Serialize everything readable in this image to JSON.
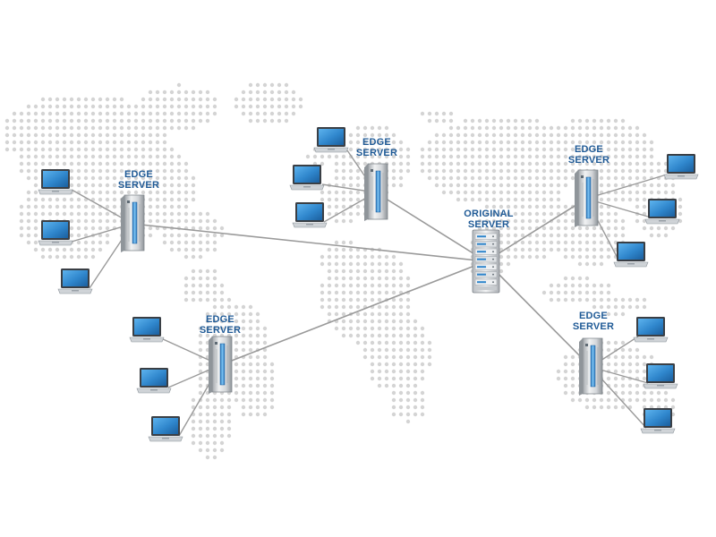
{
  "diagram": {
    "origin_server": {
      "label_line1": "ORIGINAL",
      "label_line2": "SERVER",
      "icon": "server-rack-icon"
    },
    "edge_servers": [
      {
        "id": "west",
        "label_line1": "EDGE",
        "label_line2": "SERVER",
        "icon": "server-tower-icon",
        "clients": 3
      },
      {
        "id": "north-center",
        "label_line1": "EDGE",
        "label_line2": "SERVER",
        "icon": "server-tower-icon",
        "clients": 3
      },
      {
        "id": "southwest",
        "label_line1": "EDGE",
        "label_line2": "SERVER",
        "icon": "server-tower-icon",
        "clients": 3
      },
      {
        "id": "northeast",
        "label_line1": "EDGE",
        "label_line2": "SERVER",
        "icon": "server-tower-icon",
        "clients": 3
      },
      {
        "id": "southeast",
        "label_line1": "EDGE",
        "label_line2": "SERVER",
        "icon": "server-tower-icon",
        "clients": 3
      }
    ],
    "client_icon": "laptop-icon",
    "background_icon": "dotted-world-map",
    "colors": {
      "label": "#1f5a96",
      "link": "#9a9a9a",
      "map_dot": "#d4d4d4",
      "screen": "#2f86cc"
    }
  }
}
